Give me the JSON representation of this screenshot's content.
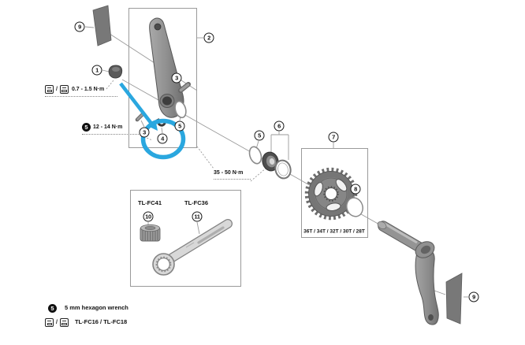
{
  "callouts": {
    "n1": "1",
    "n2": "2",
    "n3": "3",
    "n4": "4",
    "n5": "5",
    "n6": "6",
    "n7": "7",
    "n8": "8",
    "n9": "9",
    "n10": "10",
    "n11": "11"
  },
  "labels": {
    "cap_tightening_torque": "0.7 - 1.5 N·m",
    "pinch_bolt_torque": "12 - 14 N·m",
    "lockring_torque": "35 - 50 N·m",
    "chainring_teeth_options": "36T / 34T / 32T / 30T / 28T",
    "tool_left": "TL-FC41",
    "tool_right": "TL-FC36",
    "hex_badge": "5",
    "slash": "/"
  },
  "legend": {
    "hex_wrench_label": "5 mm hexagon wrench",
    "cap_tool_label": "TL-FC16 / TL-FC18"
  },
  "colors": {
    "highlight": "#2AA7DF"
  }
}
